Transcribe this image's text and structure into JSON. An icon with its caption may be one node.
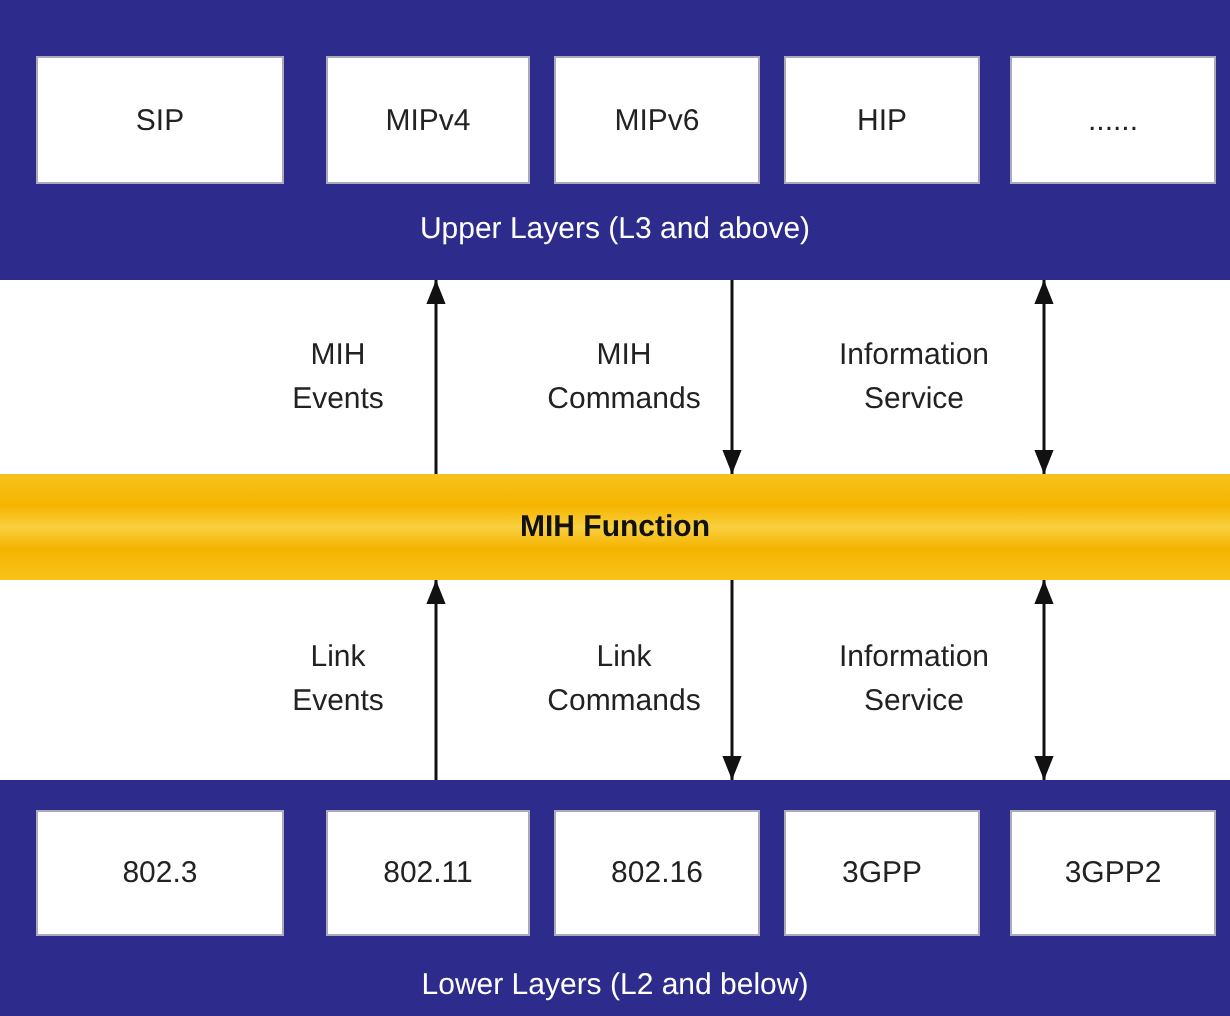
{
  "diagram": {
    "nodes": [
      {
        "text": [
          "Upper Layers (L3 and above)"
        ]
      },
      {
        "text": [
          "SIP"
        ],
        "in": 0
      },
      {
        "text": [
          "MIPv4"
        ],
        "in": 0
      },
      {
        "text": [
          "MIPv6"
        ],
        "in": 0
      },
      {
        "text": [
          "HIP"
        ],
        "in": 0
      },
      {
        "text": [
          "......"
        ],
        "in": 0
      },
      {
        "text": [
          "MIH Function"
        ]
      },
      {
        "text": [
          "Lower Layers (L2 and below)"
        ]
      },
      {
        "text": [
          "802.3"
        ],
        "in": 7
      },
      {
        "text": [
          "802.11"
        ],
        "in": 7
      },
      {
        "text": [
          "802.16"
        ],
        "in": 7
      },
      {
        "text": [
          "3GPP"
        ],
        "in": 7
      },
      {
        "text": [
          "3GPP2"
        ],
        "in": 7
      }
    ],
    "edges": [
      {
        "from": 6,
        "to": 0,
        "arrow": "to",
        "label": "MIH Events"
      },
      {
        "from": 0,
        "to": 6,
        "arrow": "to",
        "label": "MIH Commands"
      },
      {
        "from": 0,
        "to": 6,
        "arrow": "both",
        "label": "Information Service"
      },
      {
        "from": 7,
        "to": 6,
        "arrow": "to",
        "label": "Link Events"
      },
      {
        "from": 6,
        "to": 7,
        "arrow": "to",
        "label": "Link Commands"
      },
      {
        "from": 6,
        "to": 7,
        "arrow": "both",
        "label": "Information Service"
      }
    ]
  }
}
